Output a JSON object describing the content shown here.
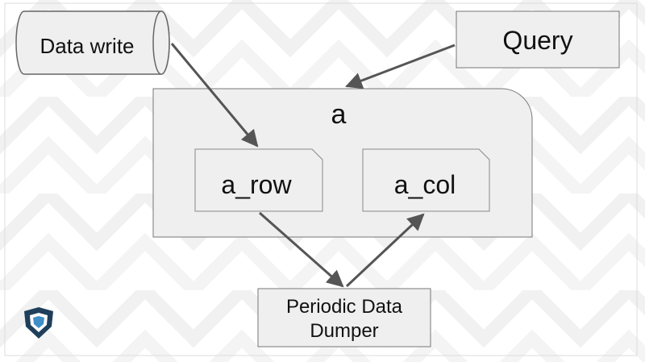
{
  "nodes": {
    "data_write": "Data write",
    "query": "Query",
    "table": "a",
    "row_store": "a_row",
    "col_store": "a_col",
    "dumper_line1": "Periodic Data",
    "dumper_line2": "Dumper"
  }
}
